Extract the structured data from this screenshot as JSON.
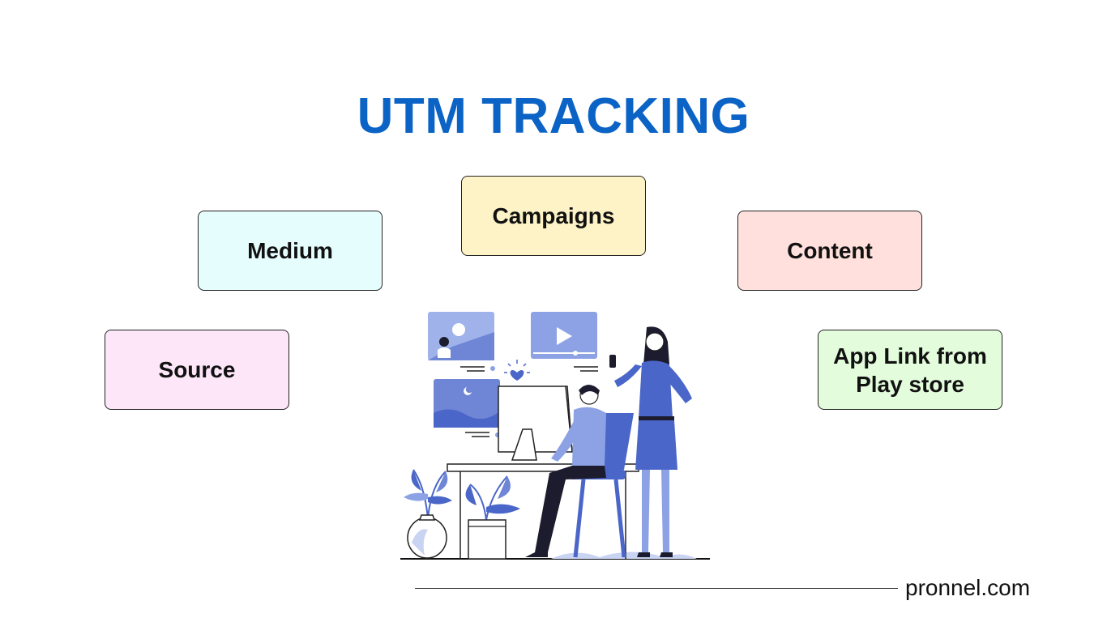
{
  "title": {
    "text": "UTM TRACKING",
    "color": "#0b63c5"
  },
  "cards": {
    "campaigns": {
      "label": "Campaigns",
      "bg": "#fdf3c6"
    },
    "medium": {
      "label": "Medium",
      "bg": "#e6fdfd"
    },
    "content": {
      "label": "Content",
      "bg": "#ffe0dc"
    },
    "source": {
      "label": "Source",
      "bg": "#fde6f8"
    },
    "app_link": {
      "label": "App Link from Play store",
      "bg": "#e3fcdc"
    }
  },
  "illustration": {
    "icon": "marketing-team-illustration",
    "accent": "#5a73c8"
  },
  "footer": {
    "text": "pronnel.com"
  }
}
